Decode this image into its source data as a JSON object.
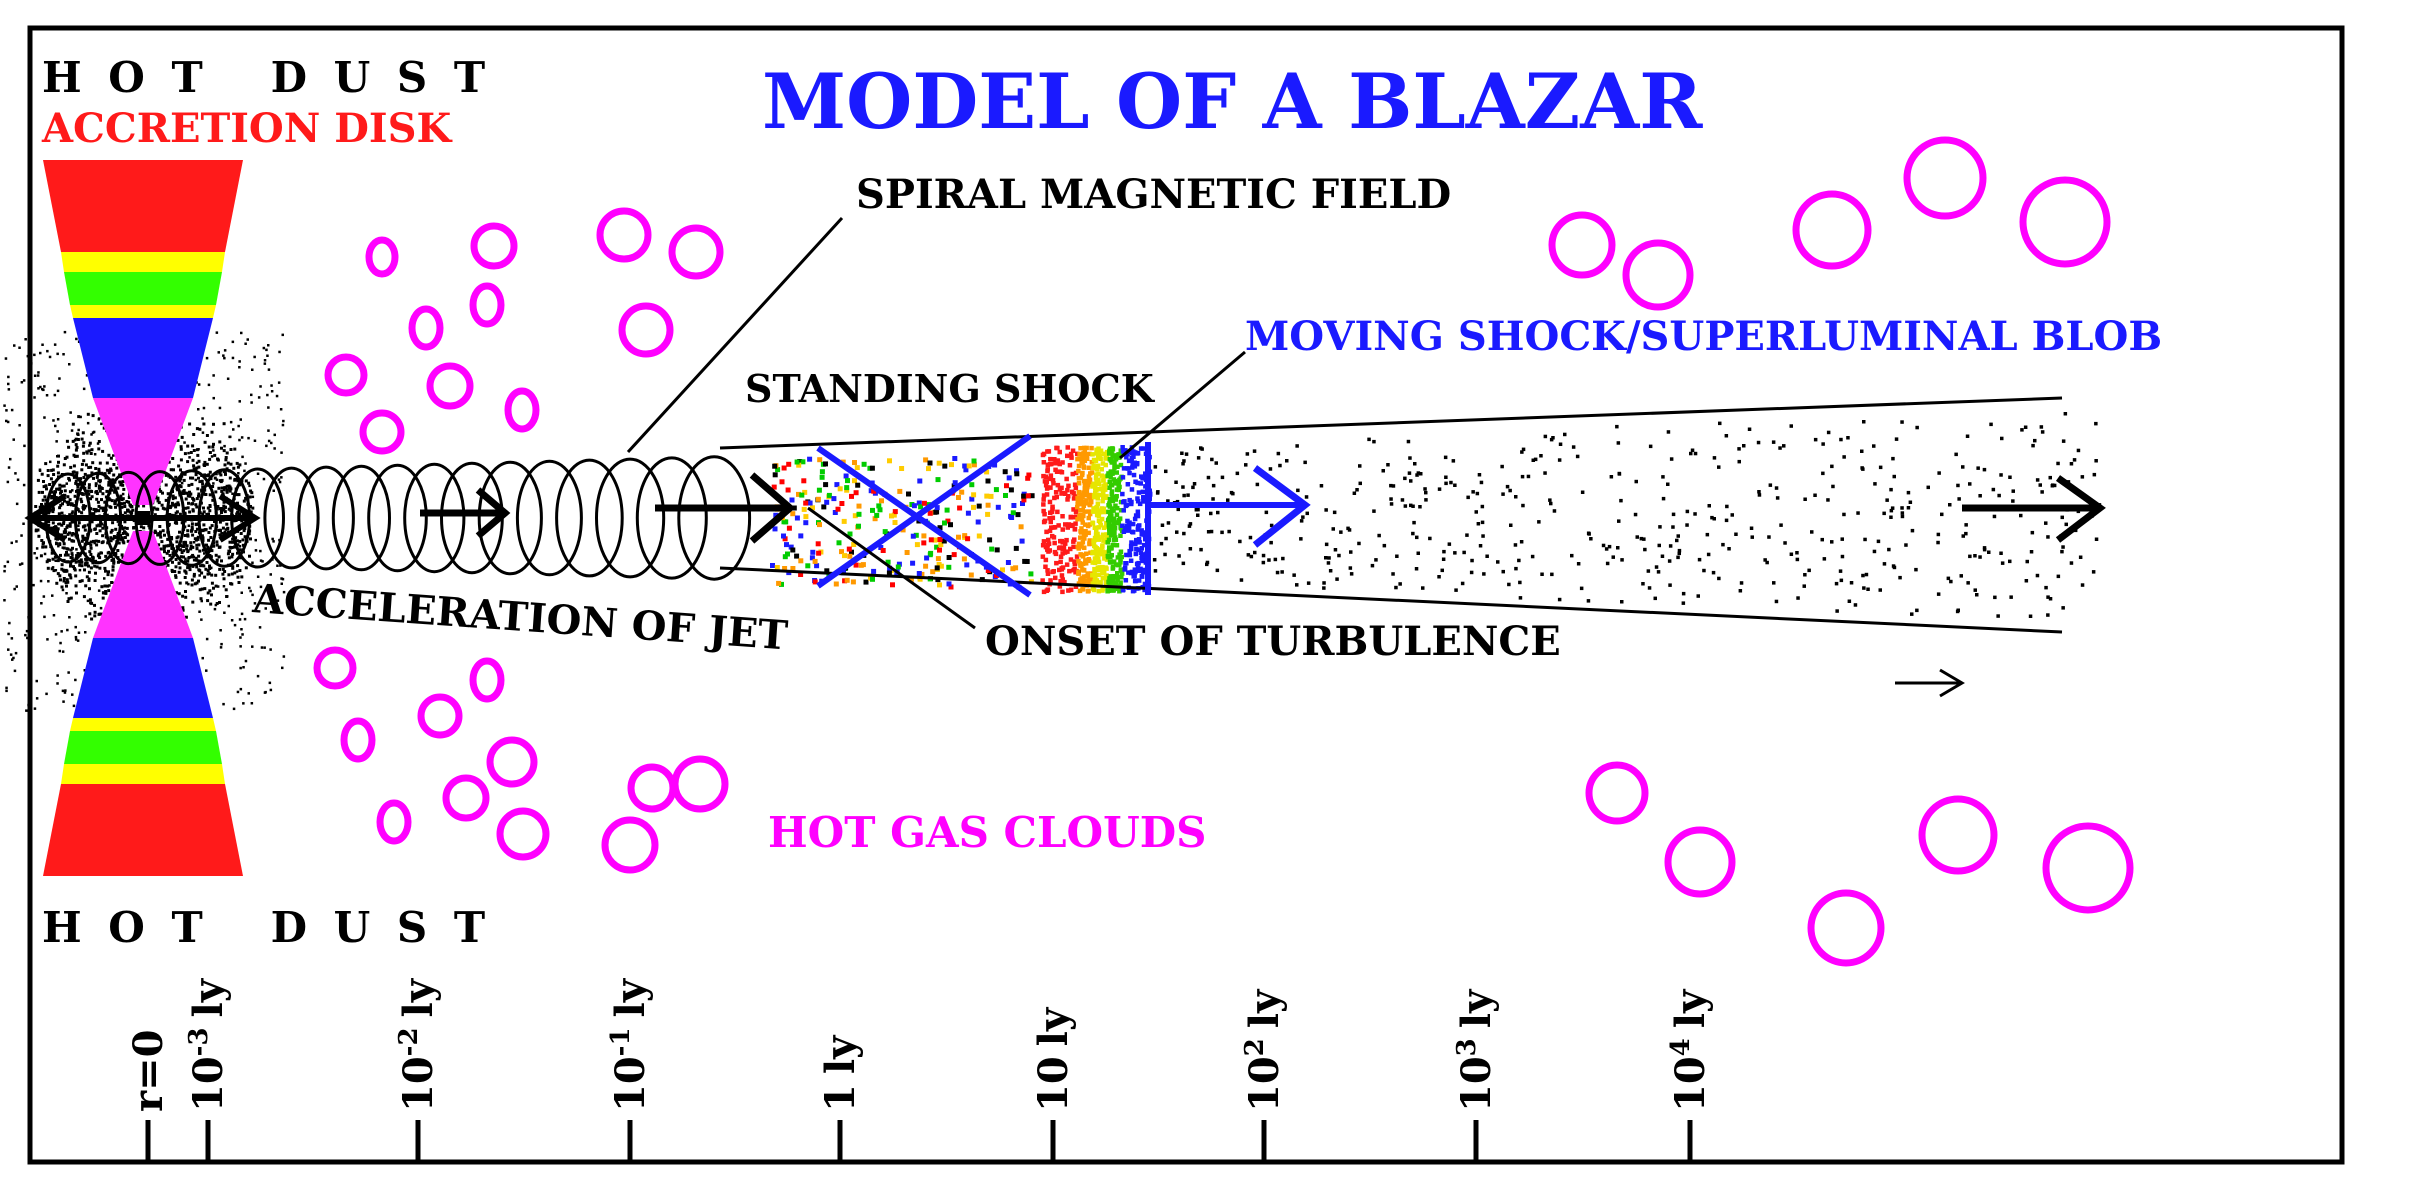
{
  "title": "MODEL OF A BLAZAR",
  "labels": {
    "hot_dust_top": "H O T   D U S T",
    "accretion_disk": "ACCRETION DISK",
    "hot_dust_bottom": "H O T   D U S T",
    "spiral_magnetic_field": "SPIRAL MAGNETIC FIELD",
    "standing_shock": "STANDING SHOCK",
    "moving_shock": "MOVING SHOCK/SUPERLUMINAL BLOB",
    "acceleration_of_jet": "ACCELERATION OF JET",
    "onset_of_turbulence": "ONSET OF TURBULENCE",
    "hot_gas_clouds": "HOT GAS CLOUDS"
  },
  "scale_ticks": [
    {
      "base": "r=0",
      "exp": ""
    },
    {
      "base": "10",
      "exp": "-3",
      "unit": "ly"
    },
    {
      "base": "10",
      "exp": "-2",
      "unit": "ly"
    },
    {
      "base": "10",
      "exp": "-1",
      "unit": "ly"
    },
    {
      "base": "1",
      "exp": "",
      "unit": "ly"
    },
    {
      "base": "10",
      "exp": "",
      "unit": "ly"
    },
    {
      "base": "10",
      "exp": "2",
      "unit": "ly"
    },
    {
      "base": "10",
      "exp": "3",
      "unit": "ly"
    },
    {
      "base": "10",
      "exp": "4",
      "unit": "ly"
    }
  ],
  "colors": {
    "title": "#1a1aff",
    "disk_red": "#ff1a1a",
    "disk_yellow": "#ffff00",
    "disk_green": "#33ff00",
    "disk_blue": "#1a1aff",
    "disk_magenta": "#ff33ff",
    "clouds": "#ff00ff",
    "shock_blue": "#1a1aff",
    "ink": "#000000"
  }
}
